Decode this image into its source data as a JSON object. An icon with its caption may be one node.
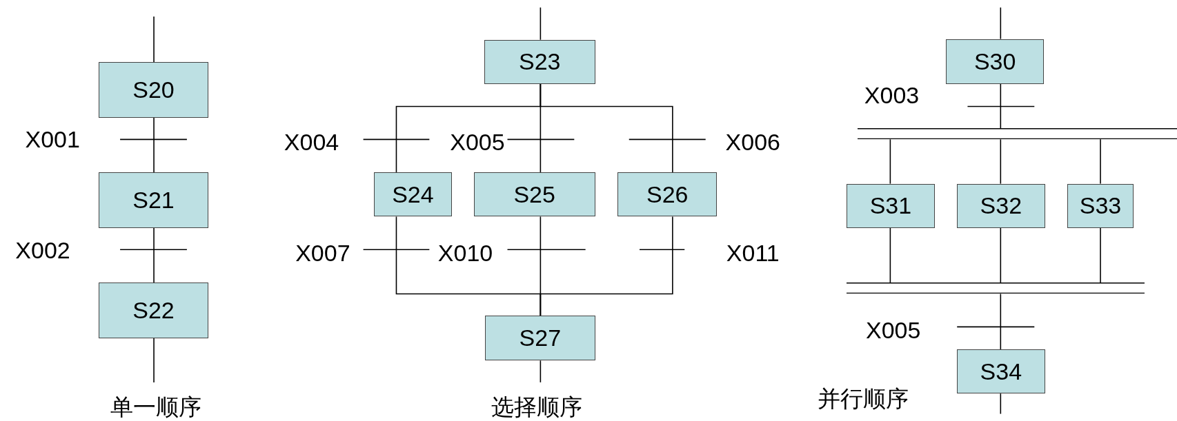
{
  "diagram": {
    "nodes": [
      {
        "text": [
          "S20"
        ]
      },
      {
        "text": [
          "S21"
        ]
      },
      {
        "text": [
          "S22"
        ]
      },
      {
        "text": [
          "S23"
        ]
      },
      {
        "text": [
          "S24"
        ]
      },
      {
        "text": [
          "S25"
        ]
      },
      {
        "text": [
          "S26"
        ]
      },
      {
        "text": [
          "S27"
        ]
      },
      {
        "text": [
          "S30"
        ]
      },
      {
        "text": [],
        "shape": "bar"
      },
      {
        "text": [
          "S31"
        ]
      },
      {
        "text": [
          "S32"
        ]
      },
      {
        "text": [
          "S33"
        ]
      },
      {
        "text": [],
        "shape": "bar"
      },
      {
        "text": [
          "S34"
        ]
      }
    ],
    "edges": [
      {
        "from": null,
        "to": 0,
        "arrow": "none"
      },
      {
        "from": 0,
        "to": 1,
        "arrow": "none",
        "label": "X001"
      },
      {
        "from": 1,
        "to": 2,
        "arrow": "none",
        "label": "X002"
      },
      {
        "from": 2,
        "to": null,
        "arrow": "none"
      },
      {
        "from": null,
        "to": 3,
        "arrow": "none"
      },
      {
        "from": 3,
        "to": 4,
        "arrow": "none",
        "label": "X004"
      },
      {
        "from": 3,
        "to": 5,
        "arrow": "none",
        "label": "X005"
      },
      {
        "from": 3,
        "to": 6,
        "arrow": "none",
        "label": "X006"
      },
      {
        "from": 4,
        "to": 7,
        "arrow": "none",
        "label": "X007"
      },
      {
        "from": 5,
        "to": 7,
        "arrow": "none",
        "label": "X010"
      },
      {
        "from": 6,
        "to": 7,
        "arrow": "none",
        "label": "X011"
      },
      {
        "from": 7,
        "to": null,
        "arrow": "none"
      },
      {
        "from": null,
        "to": 8,
        "arrow": "none"
      },
      {
        "from": 8,
        "to": 9,
        "arrow": "none",
        "label": "X003"
      },
      {
        "from": 9,
        "to": 10,
        "arrow": "none"
      },
      {
        "from": 9,
        "to": 11,
        "arrow": "none"
      },
      {
        "from": 9,
        "to": 12,
        "arrow": "none"
      },
      {
        "from": 10,
        "to": 13,
        "arrow": "none"
      },
      {
        "from": 11,
        "to": 13,
        "arrow": "none"
      },
      {
        "from": 12,
        "to": 13,
        "arrow": "none"
      },
      {
        "from": 13,
        "to": 14,
        "arrow": "none",
        "label": "X005"
      },
      {
        "from": 14,
        "to": null,
        "arrow": "none"
      }
    ],
    "labels": [
      "单一顺序",
      "选择顺序",
      "并行顺序"
    ]
  }
}
